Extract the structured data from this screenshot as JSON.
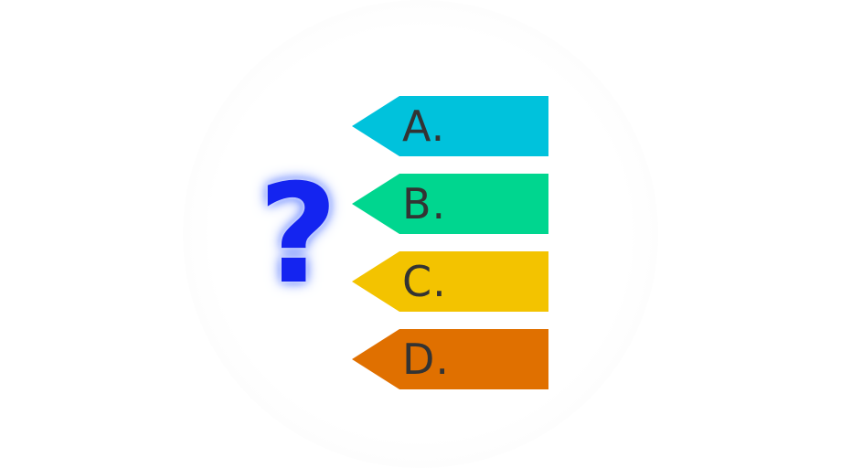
{
  "question": {
    "symbol": "?",
    "color": "#1424f0",
    "glow_color": "#6f8cff"
  },
  "options": [
    {
      "label": "A.",
      "color": "#00c2dc"
    },
    {
      "label": "B.",
      "color": "#00d68f"
    },
    {
      "label": "C.",
      "color": "#f3c300"
    },
    {
      "label": "D.",
      "color": "#e07000"
    }
  ]
}
